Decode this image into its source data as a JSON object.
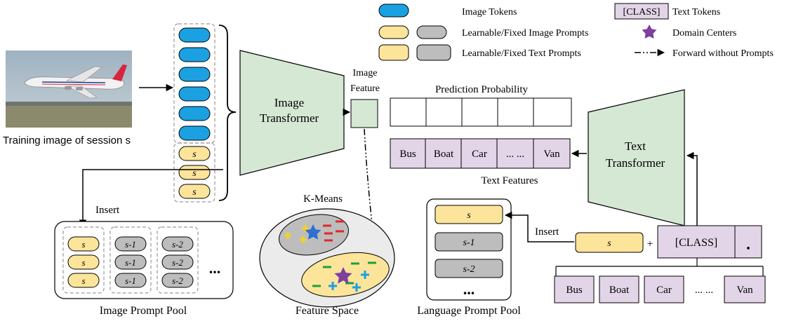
{
  "legend": {
    "image_tokens": "Image Tokens",
    "class_tag": "[CLASS]",
    "text_tokens": "Text Tokens",
    "image_prompts": "Learnable/Fixed Image Prompts",
    "domain_centers": "Domain Centers",
    "text_prompts": "Learnable/Fixed Text Prompts",
    "forward": "Forward without Prompts"
  },
  "input": {
    "caption": "Training image of session s"
  },
  "image_prompt_tokens": [
    "s",
    "s",
    "s"
  ],
  "image_transformer": {
    "line1": "Image",
    "line2": "Transformer"
  },
  "image_feature": {
    "line1": "Image",
    "line2": "Feature"
  },
  "prediction": {
    "label": "Prediction Probability"
  },
  "text_features": {
    "cells": [
      "Bus",
      "Boat",
      "Car",
      "... ...",
      "Van"
    ],
    "label": "Text Features"
  },
  "text_transformer": {
    "line1": "Text",
    "line2": "Transformer"
  },
  "image_pool": {
    "insert": "Insert",
    "columns": [
      [
        "s",
        "s",
        "s"
      ],
      [
        "s-1",
        "s-1",
        "s-1"
      ],
      [
        "s-2",
        "s-2",
        "s-2"
      ]
    ],
    "ellipsis": "...",
    "label": "Image Prompt Pool"
  },
  "feature_space": {
    "kmeans": "K-Means",
    "label": "Feature Space"
  },
  "language_pool": {
    "items": [
      "s",
      "s-1",
      "s-2"
    ],
    "ellipsis": "...",
    "label": "Language Prompt Pool"
  },
  "text_input": {
    "insert": "Insert",
    "prompt": "s",
    "plus": "+",
    "class_token": "[CLASS]",
    "dot": ".",
    "classes": [
      "Bus",
      "Boat",
      "Car",
      "... ...",
      "Van"
    ]
  },
  "colors": {
    "blue_token": "#1ba1e2",
    "yellow_prompt": "#fce49a",
    "gray_prompt": "#bdbdbd",
    "purple_text": "#e3d5e8",
    "green_block": "#d5e8d4",
    "star_purple": "#7e3f9e",
    "star_blue": "#2f6fd0",
    "minus_red": "#e0262a",
    "minus_green": "#1aa13b",
    "plus_blue": "#1aa0e8",
    "plus_yellow": "#f6d21d"
  }
}
